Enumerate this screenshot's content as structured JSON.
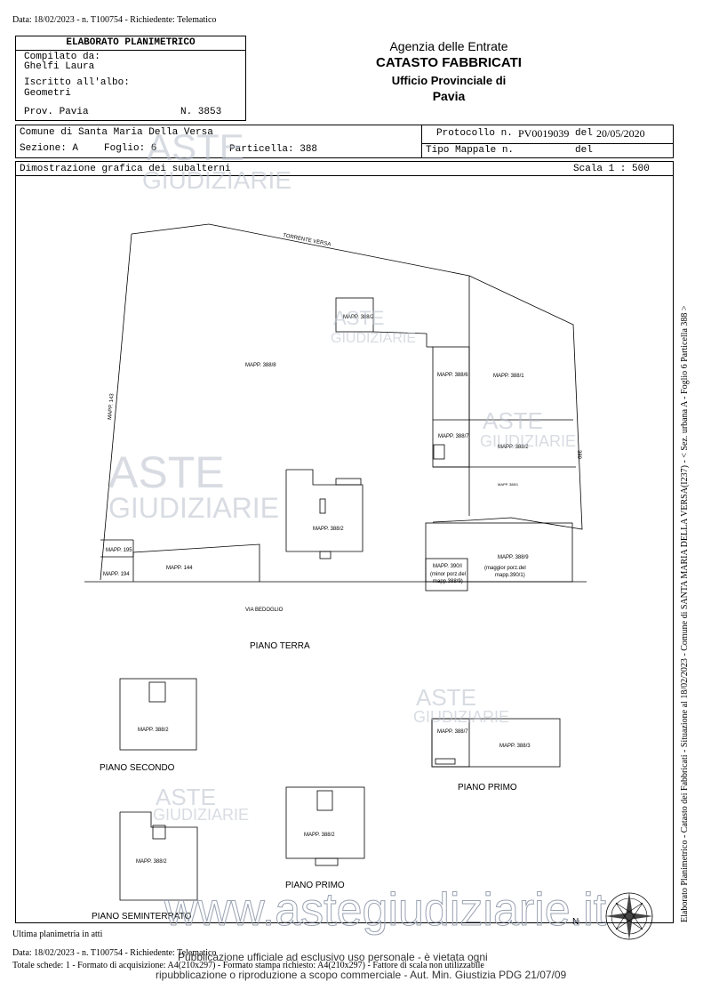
{
  "header_top": "Data: 18/02/2023 - n. T100754 - Richiedente: Telematico",
  "left_box": {
    "title": "ELABORATO PLANIMETRICO",
    "compilato_label": "Compilato da:",
    "compilato_value": "Ghelfi Laura",
    "iscritto_label": "Iscritto all'albo:",
    "iscritto_value": "Geometri",
    "prov_label": "Prov. Pavia",
    "numero_label": "N. 3853"
  },
  "agency": {
    "line1": "Agenzia delle Entrate",
    "line2": "CATASTO FABBRICATI",
    "line3": "Ufficio Provinciale di",
    "line4": "Pavia"
  },
  "row1": {
    "comune": "Comune di Santa Maria Della Versa",
    "sezione": "Sezione: A",
    "foglio": "Foglio: 6",
    "particella": "Particella: 388",
    "protocollo_label": "Protocollo n.",
    "protocollo_value": "PV0019039",
    "del_label": "del",
    "del_value": "20/05/2020",
    "tipo_label": "Tipo Mappale n.",
    "tipo_del": "del"
  },
  "row2": {
    "dimostrazione": "Dimostrazione grafica dei subalterni",
    "scala": "Scala 1 : 500"
  },
  "plan": {
    "torrente": "TORRENTE VERSA",
    "mapp_1_2": "MAPP. 388/2",
    "mapp_8": "MAPP. 388/8",
    "mapp_6": "MAPP. 388/6",
    "mapp_1": "MAPP. 388/1",
    "mapp_7": "MAPP. 388/7",
    "mapp_2b": "MAPP. 388/2",
    "mapp_389": "389",
    "mapp_small": "MAPP. 388/1",
    "mapp_143": "MAPP. 143",
    "mapp_2c": "MAPP. 388/2",
    "mapp_195": "MAPP. 195",
    "mapp_194": "MAPP. 194",
    "mapp_144": "MAPP. 144",
    "mapp_9": "MAPP. 388/9",
    "mapp_9_note1": "(maggior porz.del",
    "mapp_9_note2": "mapp.390/1)",
    "mapp_390": "MAPP. 390/I",
    "mapp_390_note1": "(minor porz.del",
    "mapp_390_note2": "mapp.388/9)",
    "via": "VIA BEDOGLIO",
    "piano_terra": "PIANO TERRA",
    "piano_secondo": "PIANO SECONDO",
    "ps_mapp": "MAPP. 388/2",
    "piano_primo_r": "PIANO PRIMO",
    "ppr_mapp1": "MAPP. 388/7",
    "ppr_mapp2": "MAPP. 388/3",
    "piano_seminterrato": "PIANO SEMINTERRATO",
    "psm_mapp": "MAPP. 388/2",
    "piano_primo_c": "PIANO PRIMO",
    "ppc_mapp": "MAPP. 388/2",
    "north": "N"
  },
  "watermark": {
    "aste": "ASTE",
    "giudiziarie": "GIUDIZIARIE",
    "site": "www.astegiudiziarie.it"
  },
  "side_text": "Elaborato Planimetrico - Catasto dei Fabbricati - Situazione al 18/02/2023 - Comune di SANTA MARIA DELLA VERSA(I237) - < Sez. urbana A - Foglio 6 Particella 388 >",
  "footer": {
    "ultima": "Ultima planimetria in atti",
    "data": "Data: 18/02/2023 - n. T100754 - Richiedente: Telematico",
    "totale": "Totale schede: 1 - Formato di acquisizione: A4(210x297) - Formato stampa richiesto: A4(210x297) - Fattore di scala non utilizzabile",
    "pub1": "Pubblicazione ufficiale ad esclusivo uso personale - è vietata ogni",
    "pub2": "ripubblicazione o riproduzione a scopo commerciale - Aut. Min. Giustizia PDG 21/07/09"
  }
}
